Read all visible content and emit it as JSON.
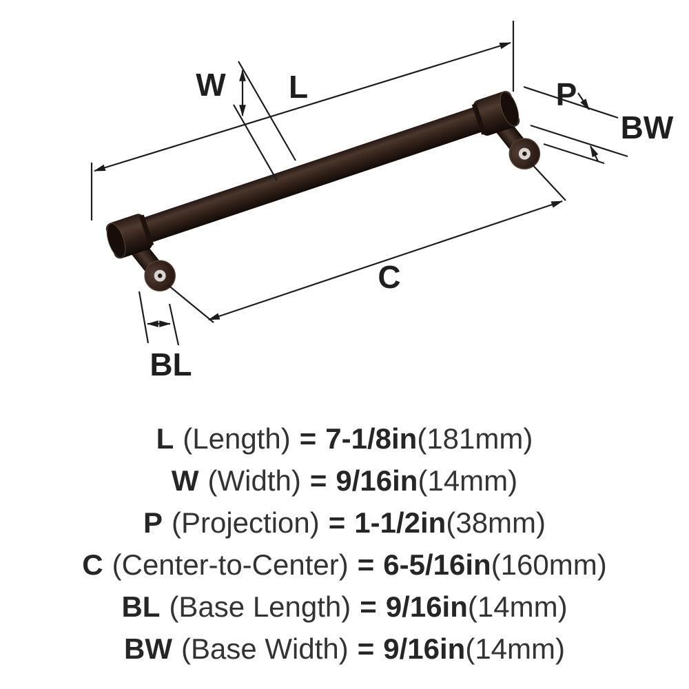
{
  "diagram": {
    "title": "cabinet-pull-dimension-diagram",
    "dim_labels": {
      "W": "W",
      "L": "L",
      "P": "P",
      "BW": "BW",
      "C": "C",
      "BL": "BL"
    },
    "colors": {
      "handle_body": "#33221a",
      "handle_dark": "#140d0a",
      "handle_highlight": "#4b372c",
      "foot_center": "#d8d5d2",
      "line": "#1c1c1c",
      "text": "#2d2d2d"
    }
  },
  "specs": {
    "rows": [
      {
        "abbr": "L",
        "desc": "(Length)",
        "eq": "=",
        "value": "7-1/8in",
        "metric": "(181mm)"
      },
      {
        "abbr": "W",
        "desc": "(Width)",
        "eq": "=",
        "value": "9/16in",
        "metric": "(14mm)"
      },
      {
        "abbr": "P",
        "desc": "(Projection)",
        "eq": "=",
        "value": "1-1/2in",
        "metric": "(38mm)"
      },
      {
        "abbr": "C",
        "desc": "(Center-to-Center)",
        "eq": "=",
        "value": "6-5/16in",
        "metric": "(160mm)"
      },
      {
        "abbr": "BL",
        "desc": "(Base Length)",
        "eq": "=",
        "value": "9/16in",
        "metric": "(14mm)"
      },
      {
        "abbr": "BW",
        "desc": "(Base Width)",
        "eq": "=",
        "value": "9/16in",
        "metric": "(14mm)"
      }
    ]
  }
}
